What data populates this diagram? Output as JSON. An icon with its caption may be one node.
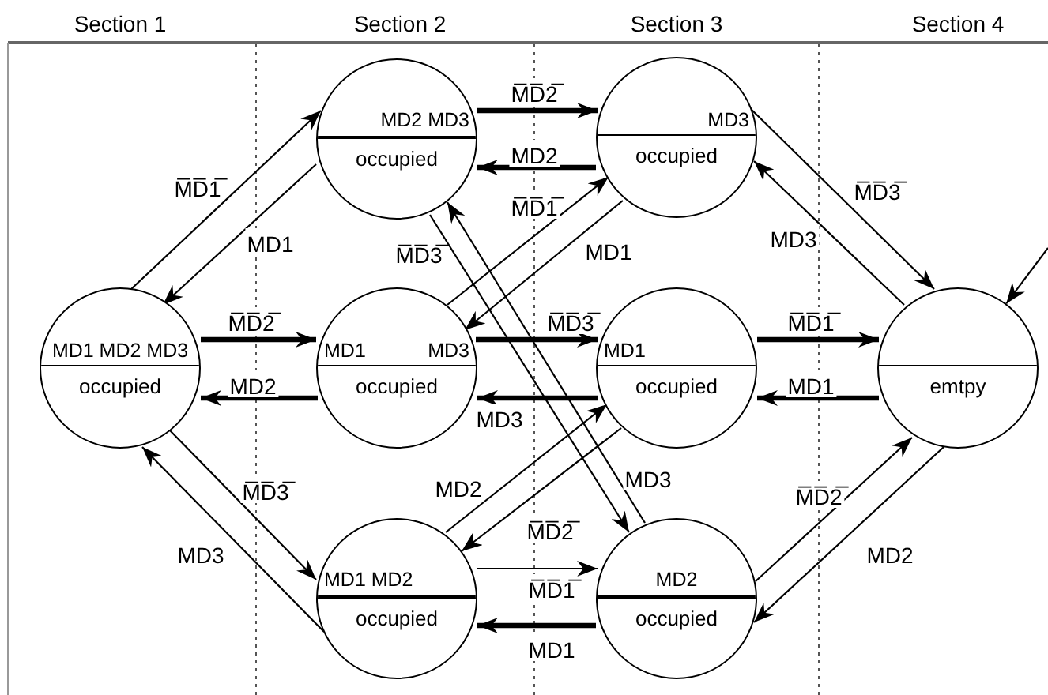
{
  "diagram": {
    "nodes": [
      {
        "text": [
          "MD1 MD2 MD3",
          "occupied"
        ]
      },
      {
        "text": [
          "MD2 MD3",
          "occupied"
        ]
      },
      {
        "text": [
          "MD1",
          "MD3",
          "occupied"
        ]
      },
      {
        "text": [
          "MD3",
          "occupied"
        ]
      },
      {
        "text": [
          "MD1",
          "occupied"
        ]
      },
      {
        "text": [
          "MD1 MD2",
          "occupied"
        ]
      },
      {
        "text": [
          "MD2",
          "occupied"
        ]
      },
      {
        "text": [
          "emtpy"
        ]
      }
    ],
    "edges": [
      {
        "from": 0,
        "to": 1,
        "arrow": "to",
        "label": "M̅D̅1̅"
      },
      {
        "from": 1,
        "to": 0,
        "arrow": "to",
        "label": "MD1"
      },
      {
        "from": 0,
        "to": 2,
        "arrow": "to",
        "label": "M̅D̅2̅",
        "style": "thick"
      },
      {
        "from": 2,
        "to": 0,
        "arrow": "to",
        "label": "MD2",
        "style": "thick"
      },
      {
        "from": 0,
        "to": 5,
        "arrow": "to",
        "label": "M̅D̅3̅"
      },
      {
        "from": 5,
        "to": 0,
        "arrow": "to",
        "label": "MD3"
      },
      {
        "from": 1,
        "to": 3,
        "arrow": "to",
        "label": "M̅D̅2̅",
        "style": "thick"
      },
      {
        "from": 3,
        "to": 1,
        "arrow": "to",
        "label": "MD2",
        "style": "thick"
      },
      {
        "from": 2,
        "to": 3,
        "arrow": "to",
        "label": "M̅D̅1̅"
      },
      {
        "from": 3,
        "to": 2,
        "arrow": "to",
        "label": "MD1"
      },
      {
        "from": 1,
        "to": 6,
        "arrow": "to",
        "label": "M̅D̅3̅"
      },
      {
        "from": 6,
        "to": 1,
        "arrow": "to",
        "label": "MD3"
      },
      {
        "from": 2,
        "to": 4,
        "arrow": "to",
        "label": "M̅D̅3̅",
        "style": "thick"
      },
      {
        "from": 4,
        "to": 2,
        "arrow": "to",
        "label": "MD3",
        "style": "thick"
      },
      {
        "from": 5,
        "to": 4,
        "arrow": "to",
        "label": "MD2"
      },
      {
        "from": 4,
        "to": 5,
        "arrow": "to",
        "label": "M̅D̅2̅"
      },
      {
        "from": 5,
        "to": 6,
        "arrow": "to",
        "label": "M̅D̅1̅"
      },
      {
        "from": 6,
        "to": 5,
        "arrow": "to",
        "label": "MD1",
        "style": "thick"
      },
      {
        "from": 3,
        "to": 7,
        "arrow": "to",
        "label": "M̅D̅3̅"
      },
      {
        "from": 7,
        "to": 3,
        "arrow": "to",
        "label": "MD3"
      },
      {
        "from": 4,
        "to": 7,
        "arrow": "to",
        "label": "M̅D̅1̅",
        "style": "thick"
      },
      {
        "from": 7,
        "to": 4,
        "arrow": "to",
        "label": "MD1",
        "style": "thick"
      },
      {
        "from": 6,
        "to": 7,
        "arrow": "to",
        "label": "M̅D̅2̅"
      },
      {
        "from": 7,
        "to": 6,
        "arrow": "to",
        "label": "MD2"
      },
      {
        "from": null,
        "to": 7,
        "arrow": "to"
      }
    ],
    "labels": [
      "Section 1",
      "Section 2",
      "Section 3",
      "Section 4"
    ]
  }
}
